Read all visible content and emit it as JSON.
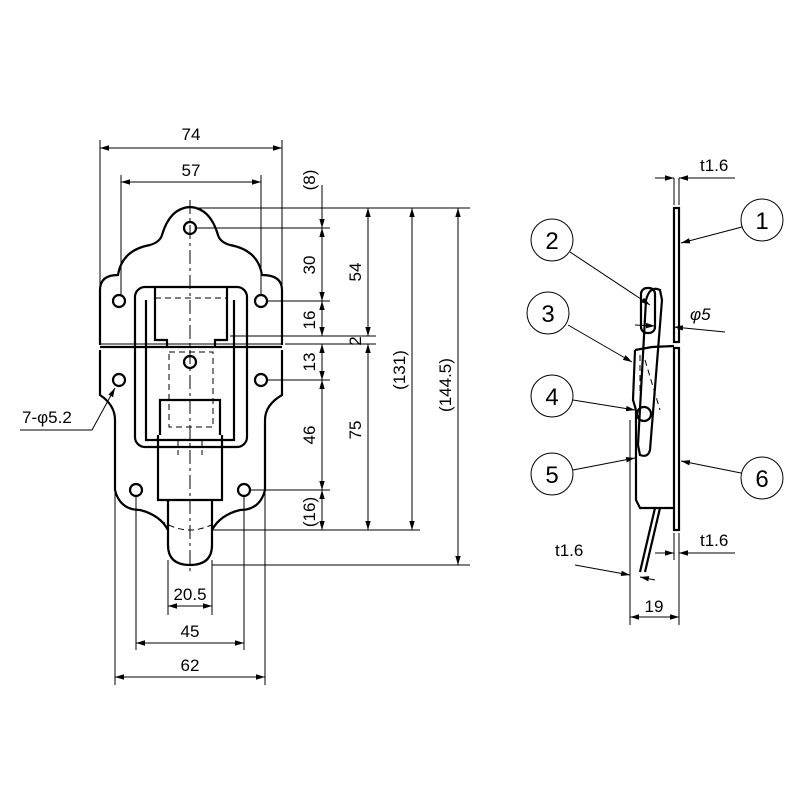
{
  "front_view": {
    "dims": {
      "overall_width": "74",
      "hole_span_top": "57",
      "top_offset": "(8)",
      "top_hole_to_side_holes": "30",
      "upper_height": "54",
      "side_to_split": "16",
      "gap": "2",
      "split_to_lower_holes": "13",
      "lower_holes_to_bottom_holes": "46",
      "lower_height": "75",
      "closed_length": "(131)",
      "overall_length": "(144.5)",
      "bottom_offset": "(16)",
      "holes": "7-φ5.2",
      "tongue_width": "20.5",
      "bottom_hole_span": "45",
      "bottom_width": "62"
    }
  },
  "side_view": {
    "dims": {
      "plate_thickness_top": "t1.6",
      "pin_diameter": "φ5",
      "plate_thickness_bottom": "t1.6",
      "lever_thickness": "t1.6",
      "depth": "19"
    },
    "parts": [
      "1",
      "2",
      "3",
      "4",
      "5",
      "6"
    ]
  }
}
